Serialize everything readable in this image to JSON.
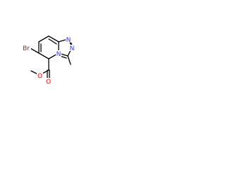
{
  "molecule": {
    "atoms": {
      "br": {
        "label": "Br",
        "color": "#a52a2a"
      },
      "n_bridge": {
        "label": "N",
        "color": "#3333ff"
      },
      "n_top": {
        "label": "N",
        "color": "#3333ff"
      },
      "n_right": {
        "label": "N",
        "color": "#3333ff"
      },
      "o_carbonyl": {
        "label": "O",
        "color": "#ff0000"
      },
      "o_ester": {
        "label": "O",
        "color": "#ff0000"
      }
    }
  }
}
